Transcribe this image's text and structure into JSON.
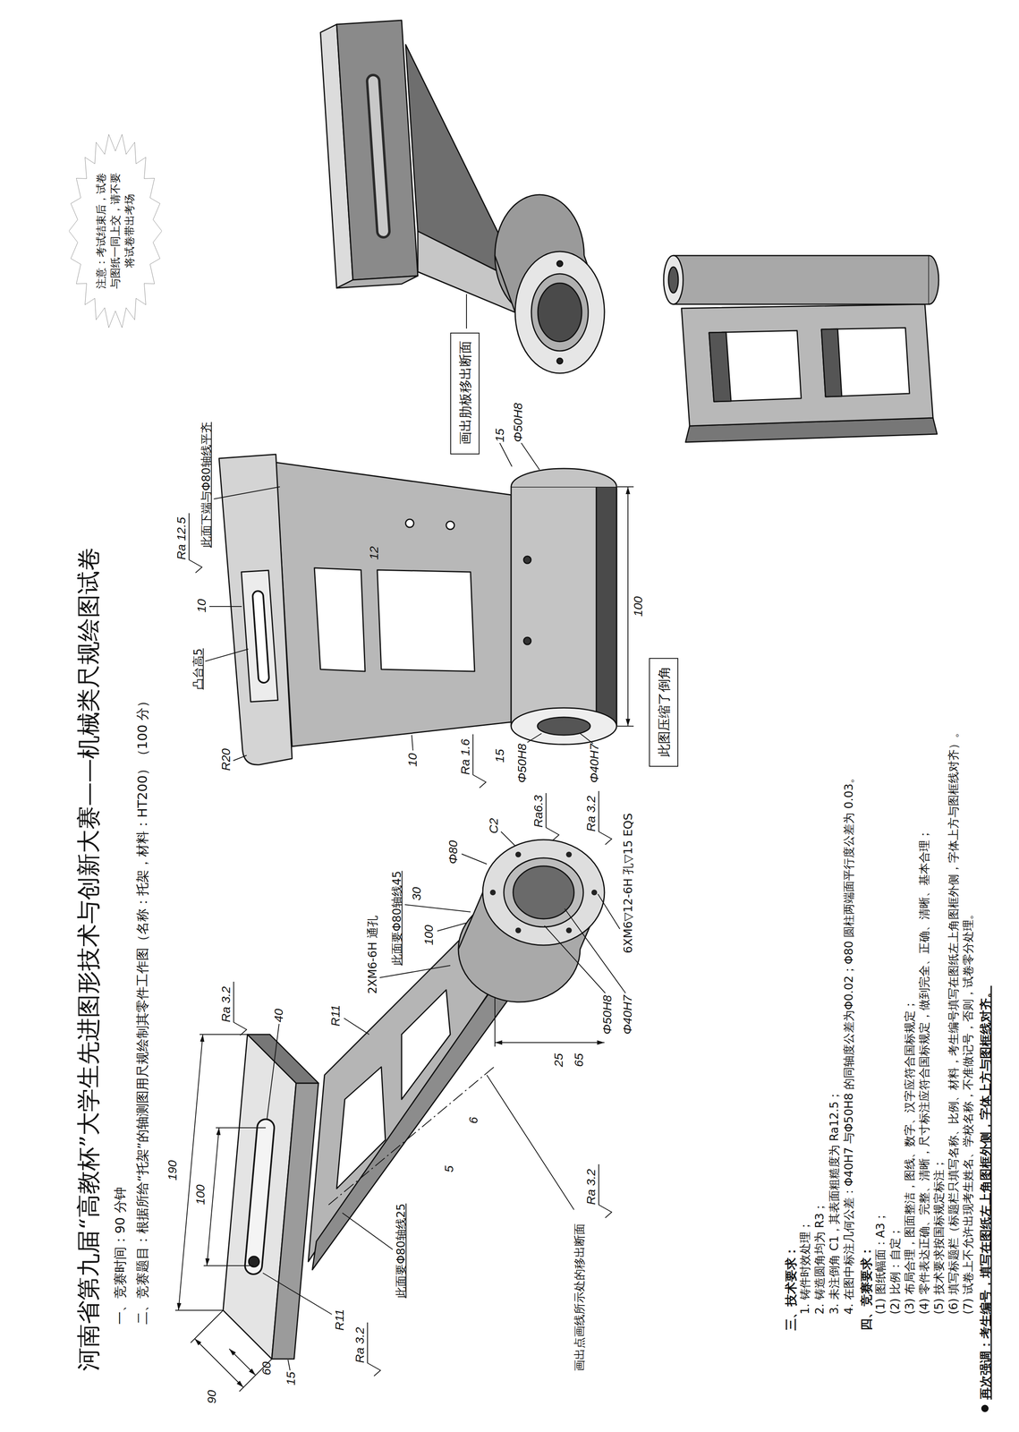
{
  "diagram": {
    "title": "河南省第九届“高教杯”大学生先进图形技术与创新大赛——机械类尺规绘图试卷",
    "nodes": [
      {
        "text": [
          "注意：考试结束后，试卷与图纸一同上交，请不要将试卷带出考场"
        ]
      },
      {
        "text": [
          "此图压缩了倒角"
        ]
      },
      {
        "text": [
          "画出肋板移出断面"
        ]
      }
    ],
    "labels": [
      "一、竞赛时间：90 分钟",
      "二、竞赛题目：根据所给“托架”的轴测图用尺规绘制其零件工作图（名称：托架，材料：HT200）（100 分）",
      "190",
      "100",
      "90",
      "60",
      "40",
      "R11",
      "15",
      "Ra 3.2",
      "Ra 3.2",
      "画出点画线所示处的移出断面",
      "Ra 3.2",
      "此面要Φ80轴线25",
      "5",
      "6",
      "25",
      "65",
      "R11",
      "100",
      "30",
      "2XM6-6H 通孔",
      "此面要Φ80轴线45",
      "Φ80",
      "C2",
      "6XM6▽12-6H 孔▽15 EQS",
      "Ra6.3",
      "Φ40H7",
      "Φ50H8",
      "Ra 3.2",
      "R20",
      "凸台高5",
      "10",
      "Ra 12.5",
      "此面下端与Φ80轴线平齐",
      "12",
      "Φ50H8",
      "15",
      "100",
      "10",
      "Ra 1.6",
      "Φ50H8",
      "15",
      "Φ40H7",
      "三、技术要求：",
      "1. 铸件时效处理；",
      "2. 铸造圆角均为 R3；",
      "3. 未注倒角 C1，其表面粗糙度为 Ra12.5；",
      "4. 在图中标注几何公差：Φ40H7 与Φ50H8 的同轴度公差为Φ0.02；Φ80 圆柱两端面平行度公差为 0.03。",
      "四、竞赛要求：",
      "(1) 图纸幅面：A3；",
      "(2) 比例：自定；",
      "(3) 布局合理，图面整洁，图线、数字、汉字应符合国标规定；",
      "(4) 零件表达正确、完整、清晰，尺寸标注应符合国标规定，做到完全、正确、清晰、基本合理；",
      "(5) 技术要求按国标规定标注；",
      "(6) 填写标题栏（标题栏只填写名称、比例、材料，考生编号填写在图纸左上角图框外侧，字体上方与图框线对齐）。",
      "(7) 试卷上不允许出现考生姓名、学校名称，不准做记号，否则，试卷零分处理。",
      "再次强调：考生编号，填写在图纸左上角图框外侧，字体上方与图框线对齐。"
    ]
  }
}
